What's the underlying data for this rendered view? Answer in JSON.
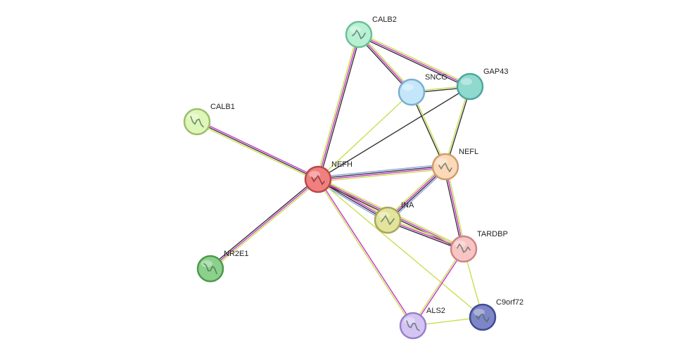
{
  "network": {
    "nodes": [
      {
        "id": "NEFH",
        "label": "NEFH",
        "color": "#f08080",
        "stroke": "#b84848",
        "icon": "protein-structure-icon",
        "query": true
      },
      {
        "id": "CALB2",
        "label": "CALB2",
        "color": "#b8f0d4",
        "stroke": "#6cbf94",
        "icon": "protein-structure-icon"
      },
      {
        "id": "SNCG",
        "label": "SNCG",
        "color": "#c4e6fb",
        "stroke": "#79aed0",
        "icon": ""
      },
      {
        "id": "GAP43",
        "label": "GAP43",
        "color": "#8fd9cf",
        "stroke": "#4da79c",
        "icon": ""
      },
      {
        "id": "CALB1",
        "label": "CALB1",
        "color": "#def6b7",
        "stroke": "#9cbf6c",
        "icon": "protein-structure-icon"
      },
      {
        "id": "NEFL",
        "label": "NEFL",
        "color": "#fcd9b8",
        "stroke": "#cf9c6e",
        "icon": "protein-structure-icon"
      },
      {
        "id": "INA",
        "label": "INA",
        "color": "#e3e39c",
        "stroke": "#a6a65e",
        "icon": "protein-structure-icon"
      },
      {
        "id": "TARDBP",
        "label": "TARDBP",
        "color": "#f8c4c4",
        "stroke": "#cc8585",
        "icon": "protein-structure-icon"
      },
      {
        "id": "NR2E1",
        "label": "NR2E1",
        "color": "#8bd18b",
        "stroke": "#4d9a4d",
        "icon": "protein-structure-icon"
      },
      {
        "id": "ALS2",
        "label": "ALS2",
        "color": "#d4c4f4",
        "stroke": "#9880c8",
        "icon": "protein-structure-icon"
      },
      {
        "id": "C9orf72",
        "label": "C9orf72",
        "color": "#7e86c8",
        "stroke": "#404a94",
        "icon": "protein-structure-icon"
      }
    ],
    "edge_colors": {
      "textmining": "#c7e050",
      "coexpression": "#333333",
      "experiments": "#cc33cc",
      "databases": "#8fa5e6",
      "homology": "#b0a0e0"
    },
    "edges": [
      {
        "from": "NEFH",
        "to": "CALB1",
        "channels": [
          "textmining",
          "coexpression",
          "experiments"
        ]
      },
      {
        "from": "NEFH",
        "to": "NR2E1",
        "channels": [
          "textmining",
          "experiments",
          "coexpression"
        ]
      },
      {
        "from": "NEFH",
        "to": "CALB2",
        "channels": [
          "textmining",
          "experiments",
          "coexpression"
        ]
      },
      {
        "from": "NEFH",
        "to": "SNCG",
        "channels": [
          "textmining"
        ]
      },
      {
        "from": "NEFH",
        "to": "GAP43",
        "channels": [
          "coexpression"
        ]
      },
      {
        "from": "NEFH",
        "to": "NEFL",
        "channels": [
          "databases",
          "coexpression",
          "experiments",
          "textmining"
        ]
      },
      {
        "from": "NEFH",
        "to": "INA",
        "channels": [
          "textmining",
          "experiments",
          "coexpression",
          "databases"
        ]
      },
      {
        "from": "NEFH",
        "to": "TARDBP",
        "channels": [
          "textmining",
          "experiments",
          "coexpression"
        ]
      },
      {
        "from": "NEFH",
        "to": "ALS2",
        "channels": [
          "experiments",
          "textmining"
        ]
      },
      {
        "from": "NEFH",
        "to": "C9orf72",
        "channels": [
          "textmining"
        ]
      },
      {
        "from": "CALB2",
        "to": "SNCG",
        "channels": [
          "textmining",
          "experiments",
          "coexpression"
        ]
      },
      {
        "from": "CALB2",
        "to": "GAP43",
        "channels": [
          "textmining",
          "experiments",
          "coexpression"
        ]
      },
      {
        "from": "SNCG",
        "to": "GAP43",
        "channels": [
          "textmining",
          "coexpression"
        ]
      },
      {
        "from": "SNCG",
        "to": "NEFL",
        "channels": [
          "textmining",
          "coexpression"
        ]
      },
      {
        "from": "GAP43",
        "to": "NEFL",
        "channels": [
          "coexpression",
          "textmining"
        ]
      },
      {
        "from": "NEFL",
        "to": "INA",
        "channels": [
          "databases",
          "coexpression",
          "experiments",
          "textmining"
        ]
      },
      {
        "from": "NEFL",
        "to": "TARDBP",
        "channels": [
          "textmining",
          "experiments",
          "coexpression"
        ]
      },
      {
        "from": "INA",
        "to": "TARDBP",
        "channels": [
          "textmining",
          "experiments",
          "coexpression"
        ]
      },
      {
        "from": "TARDBP",
        "to": "ALS2",
        "channels": [
          "experiments",
          "textmining"
        ]
      },
      {
        "from": "TARDBP",
        "to": "C9orf72",
        "channels": [
          "textmining"
        ]
      },
      {
        "from": "ALS2",
        "to": "C9orf72",
        "channels": [
          "textmining"
        ]
      }
    ]
  }
}
